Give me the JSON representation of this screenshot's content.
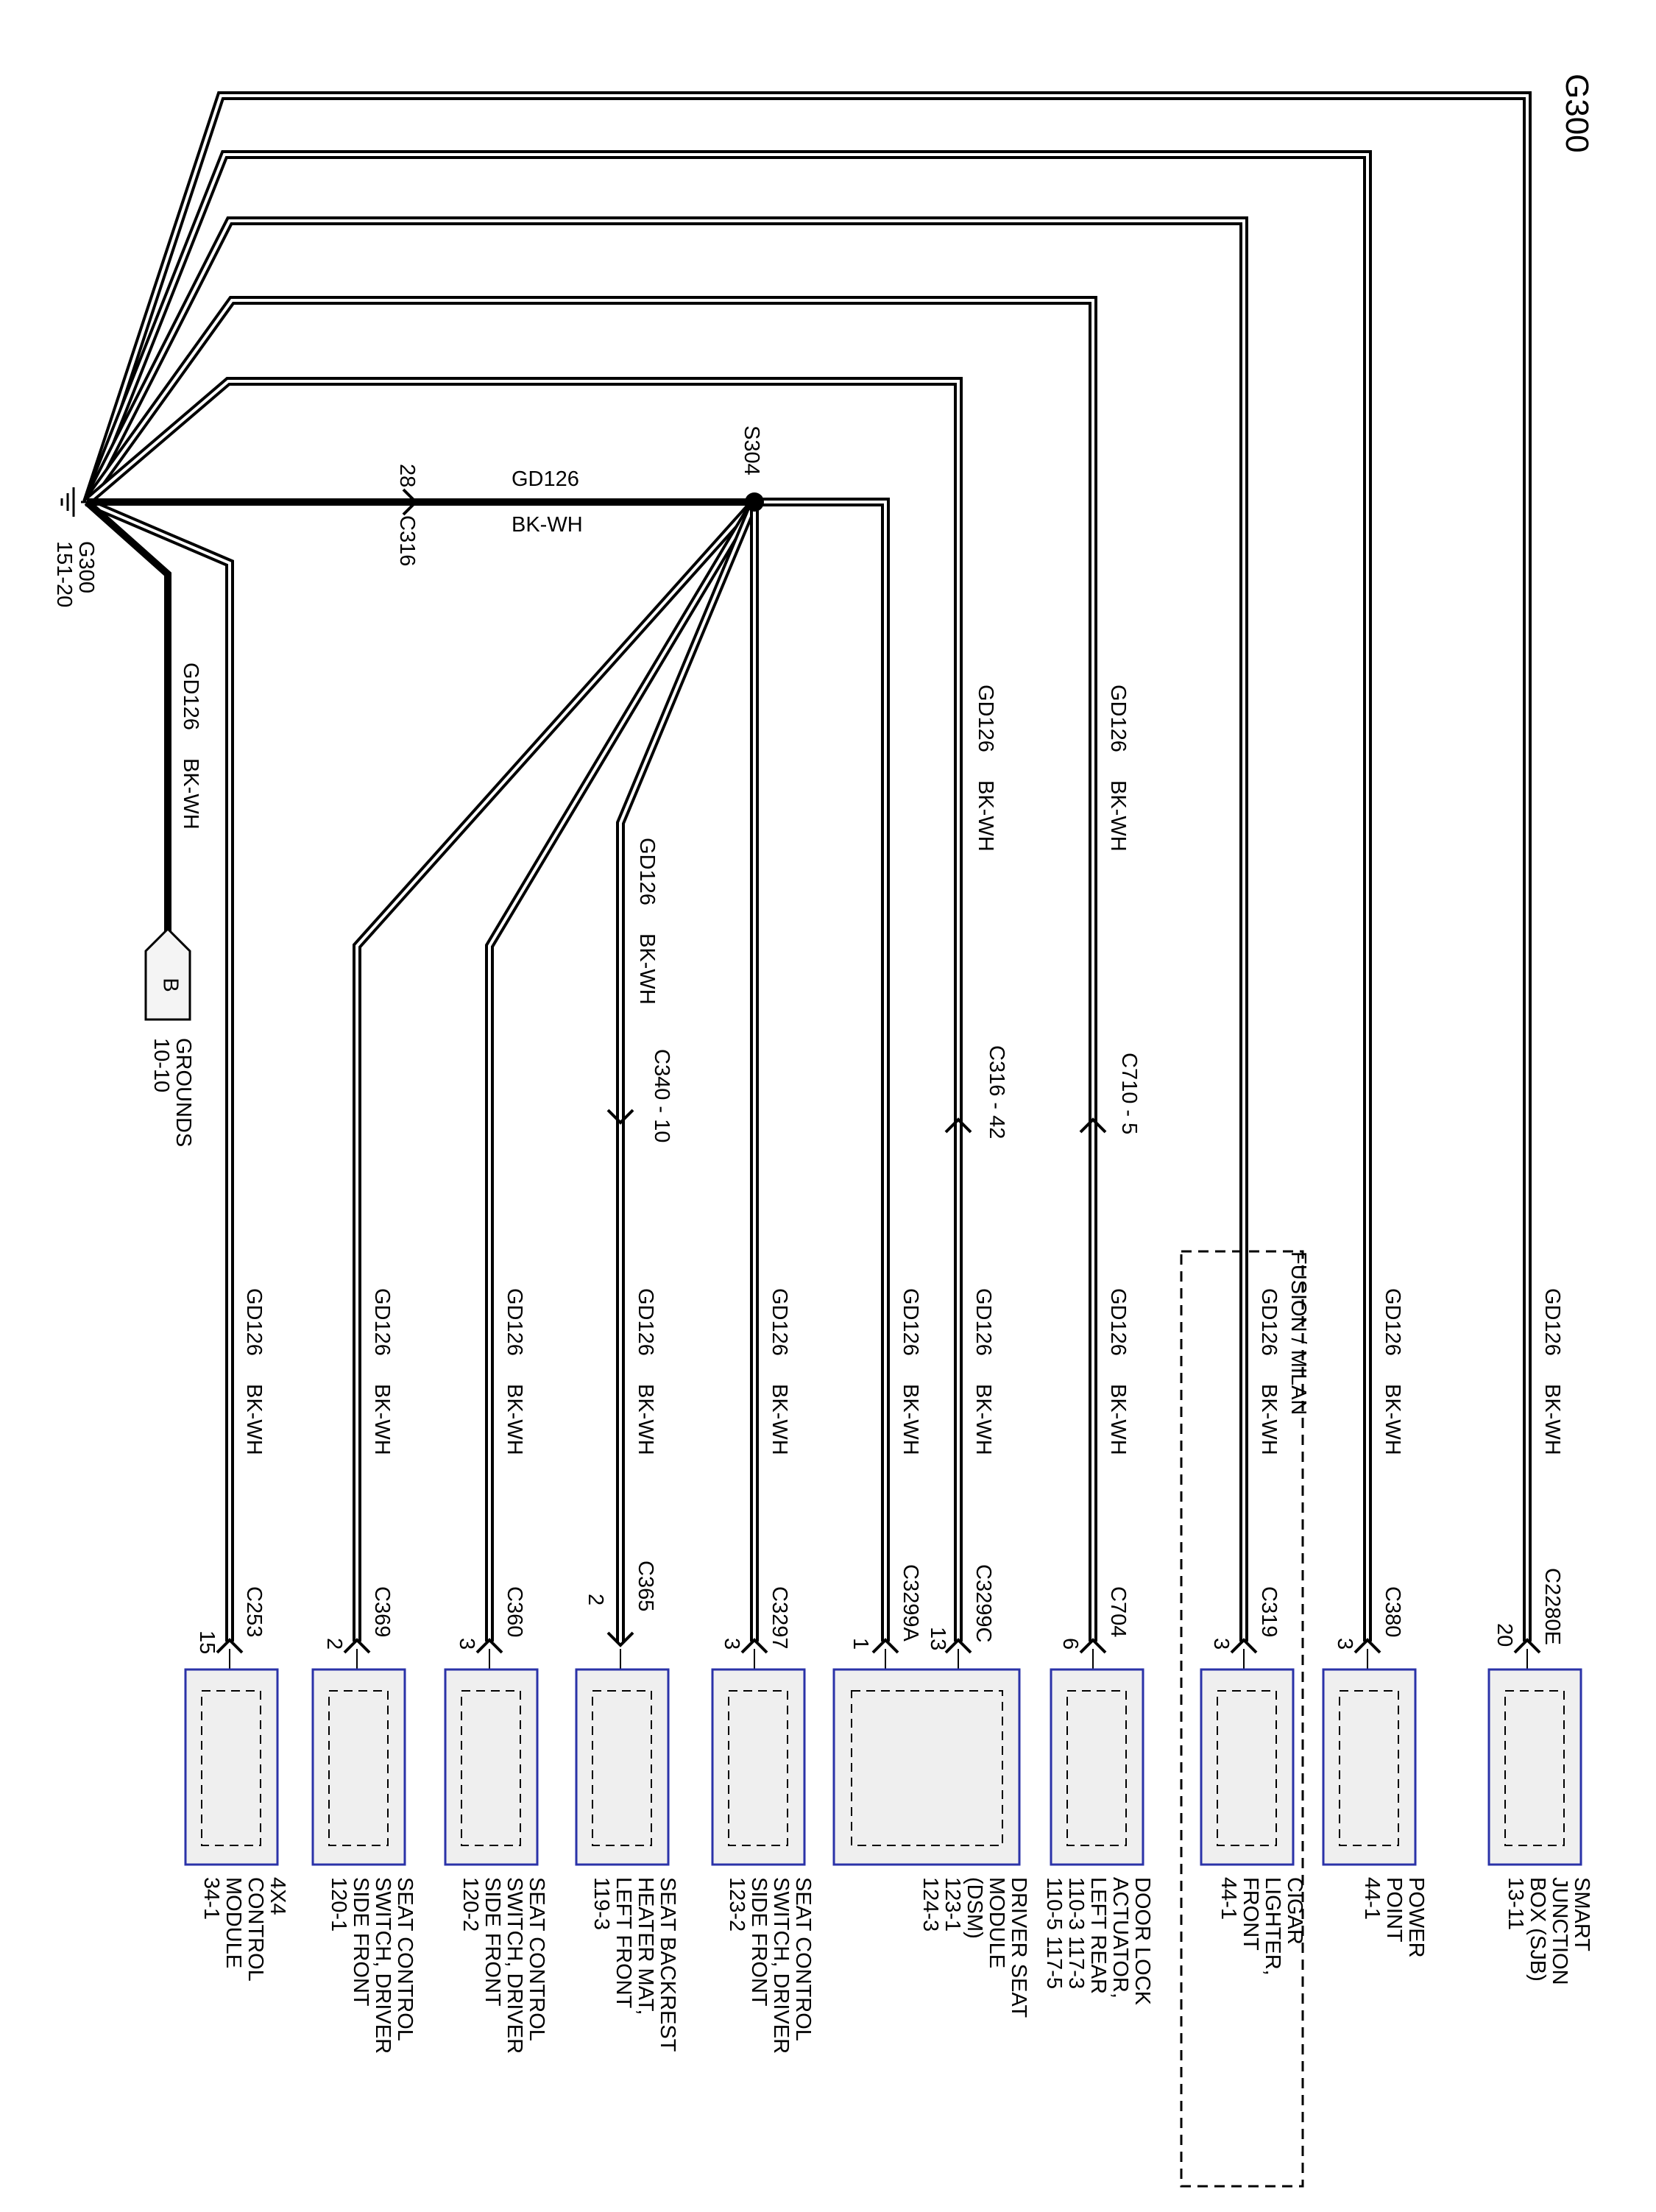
{
  "ground": {
    "title": "G300",
    "label": "G300",
    "ref": "151-20"
  },
  "splice": {
    "name": "S304"
  },
  "wire": {
    "circuit": "GD126",
    "color": "BK-WH"
  },
  "ground_ref": {
    "letter": "B",
    "name": "GROUNDS",
    "page": "10-10"
  },
  "inline_connectors": {
    "c316_pin": "28",
    "c316_name": "C316",
    "c340": "C340 - 10",
    "c316_42": "C316 - 42",
    "c710": "C710 - 5"
  },
  "fusion_group": {
    "label": "FUSION / MILAN"
  },
  "components": [
    {
      "connector": "C253",
      "pin": "15",
      "lines": [
        "4X4",
        "CONTROL",
        "MODULE",
        "34-1"
      ]
    },
    {
      "connector": "C369",
      "pin": "2",
      "lines": [
        "SEAT CONTROL",
        "SWITCH, DRIVER",
        "SIDE FRONT",
        "120-1"
      ]
    },
    {
      "connector": "C360",
      "pin": "3",
      "lines": [
        "SEAT CONTROL",
        "SWITCH, DRIVER",
        "SIDE FRONT",
        "120-2"
      ]
    },
    {
      "connector": "C365",
      "pin": "2",
      "lines": [
        "SEAT BACKREST",
        "HEATER MAT,",
        "LEFT FRONT",
        "119-3"
      ]
    },
    {
      "connector": "C3297",
      "pin": "3",
      "lines": [
        "SEAT CONTROL",
        "SWITCH, DRIVER",
        "SIDE FRONT",
        "123-2"
      ]
    },
    {
      "connector": "C3299A",
      "pin": "1",
      "connector2": "C3299C",
      "pin2": "13",
      "lines": [
        "DRIVER SEAT",
        "MODULE",
        "(DSM)",
        "123-1",
        "124-3"
      ]
    },
    {
      "connector": "C704",
      "pin": "6",
      "lines": [
        "DOOR LOCK",
        "ACTUATOR,",
        "LEFT REAR",
        "110-3     117-3",
        "110-5     117-5"
      ]
    },
    {
      "connector": "C319",
      "pin": "3",
      "lines": [
        "CIGAR",
        "LIGHTER,",
        "FRONT",
        "44-1"
      ]
    },
    {
      "connector": "C380",
      "pin": "3",
      "lines": [
        "POWER",
        "POINT",
        "44-1"
      ]
    },
    {
      "connector": "C2280E",
      "pin": "20",
      "lines": [
        "SMART",
        "JUNCTION",
        "BOX (SJB)",
        "13-11"
      ]
    }
  ]
}
